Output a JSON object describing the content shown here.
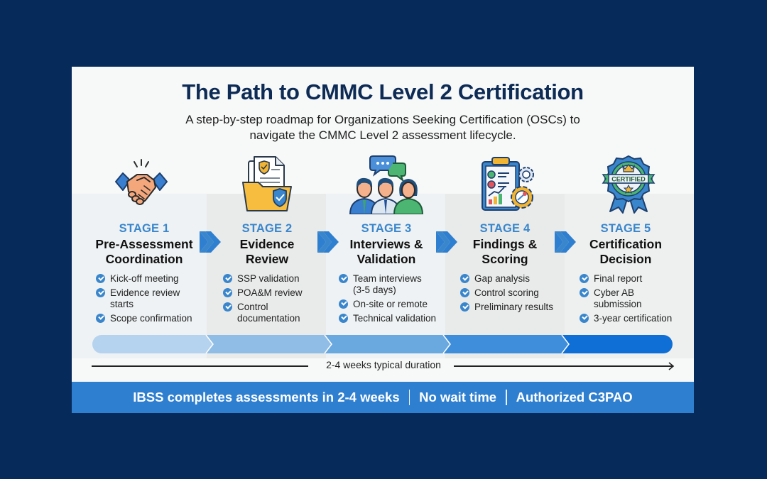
{
  "header": {
    "title": "The Path to CMMC Level 2 Certification",
    "subtitle_line1": "A step-by-step roadmap for Organizations Seeking Certification (OSCs) to",
    "subtitle_line2": "navigate the CMMC Level 2 assessment lifecycle."
  },
  "colors": {
    "page_background": "#062a5a",
    "title": "#0d2b55",
    "accent_blue": "#3a86cc",
    "banner": "#2f7fd0",
    "timeline_segments": [
      "#b5d3ee",
      "#8fbde6",
      "#6aa8e0",
      "#3f8edb",
      "#0f6fd6"
    ]
  },
  "stages": [
    {
      "number": "STAGE 1",
      "name_line1": "Pre-Assessment",
      "name_line2": "Coordination",
      "icon": "handshake-icon",
      "items": [
        "Kick-off meeting",
        "Evidence review starts",
        "Scope confirmation"
      ]
    },
    {
      "number": "STAGE 2",
      "name_line1": "Evidence",
      "name_line2": "Review",
      "icon": "document-folder-shield-icon",
      "items": [
        "SSP validation",
        "POA&M review",
        "Control documentation"
      ]
    },
    {
      "number": "STAGE 3",
      "name_line1": "Interviews &",
      "name_line2": "Validation",
      "icon": "team-chat-icon",
      "items": [
        "Team interviews (3-5 days)",
        "On-site or remote",
        "Technical validation"
      ]
    },
    {
      "number": "STAGE 4",
      "name_line1": "Findings &",
      "name_line2": "Scoring",
      "icon": "clipboard-gears-icon",
      "items": [
        "Gap analysis",
        "Control scoring",
        "Preliminary results"
      ]
    },
    {
      "number": "STAGE 5",
      "name_line1": "Certification",
      "name_line2": "Decision",
      "icon": "certified-badge-icon",
      "items": [
        "Final report",
        "Cyber AB submission",
        "3-year certification"
      ]
    }
  ],
  "badge_text": "CERTIFIED",
  "timeline": {
    "duration_label": "2-4 weeks typical duration"
  },
  "banner": {
    "parts": [
      "IBSS completes assessments in 2-4 weeks",
      "No wait time",
      "Authorized C3PAO"
    ]
  }
}
